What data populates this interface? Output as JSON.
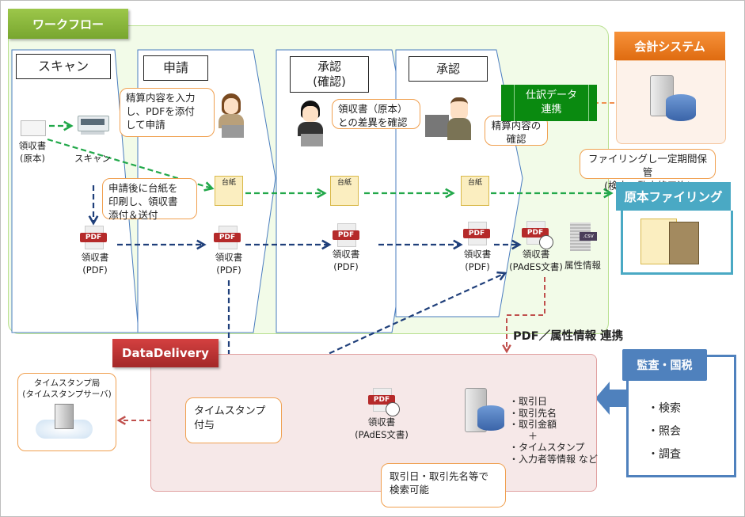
{
  "workflow": {
    "title": "ワークフロー",
    "lanes": [
      {
        "label": "スキャン"
      },
      {
        "label": "申請"
      },
      {
        "label": "承認\n(確認)"
      },
      {
        "label": "承認"
      }
    ]
  },
  "items": {
    "receipt_original": "領収書\n(原本)",
    "scan": "スキャン",
    "receipt_pdf": "領収書\n(PDF)",
    "receipt_pades": "領収書\n(PAdES文書)",
    "attribute_info": "属性情報",
    "csv_label": ".csv",
    "pdf_label": "PDF",
    "daishi_label": "台紙"
  },
  "bubbles": {
    "apply": "精算内容を入力\nし、PDFを添付\nして申請",
    "print": "申請後に台紙を\n印刷し、領収書\n添付＆送付",
    "verify_diff": "領収書（原本）\nとの差異を確認",
    "verify_content": "精算内容の\n確認",
    "filing_note": "ファイリングし一定期間保管\n(検査・監査終了迄)",
    "search_note": "取引日・取引先名等で\n検索可能"
  },
  "journal_link": "仕訳データ\n連携",
  "accounting_system": {
    "title": "会計システム"
  },
  "original_filing": {
    "title": "原本ファイリング"
  },
  "pdf_link_label": "PDF／属性情報 連携",
  "data_delivery": {
    "title": "DataDelivery",
    "timestamp_give": "タイムスタンプ\n付与",
    "tsa": "タイムスタンプ局\n(タイムスタンプサーバ)",
    "metadata": [
      "・取引日",
      "・取引先名",
      "・取引金額",
      "　　＋",
      "・タイムスタンプ",
      "・入力者等情報 など"
    ]
  },
  "audit": {
    "title": "監査・国税",
    "items": [
      "・検索",
      "・照会",
      "・調査"
    ]
  },
  "colors": {
    "workflow_green": "#8bb73d",
    "accounting_orange": "#ec7d22",
    "filing_teal": "#4aa9c4",
    "data_delivery_red": "#c0392b",
    "audit_blue": "#4f81bd",
    "paper_flow": "#22a84a",
    "pdf_flow": "#1f3f7a",
    "link_flow": "#c0504d",
    "journal_green": "#0a8a10"
  }
}
